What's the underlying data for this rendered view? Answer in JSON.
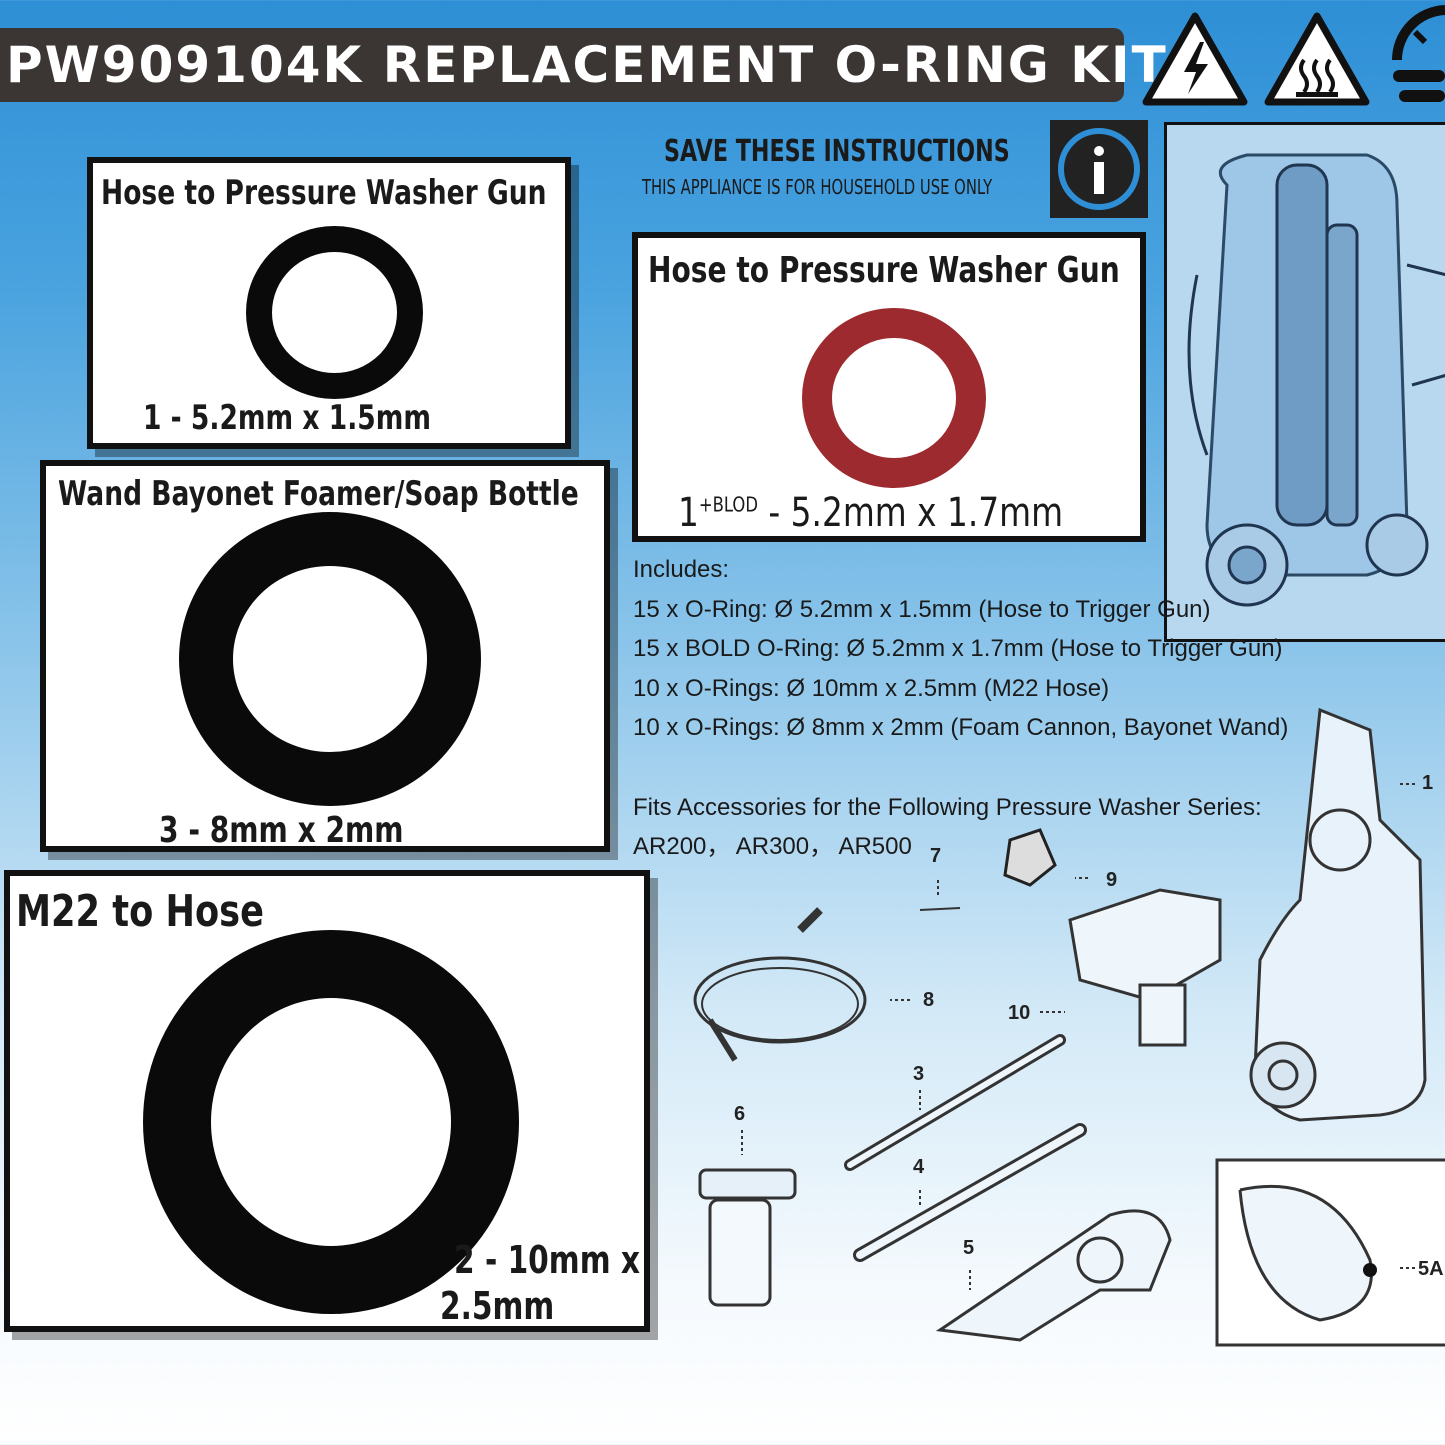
{
  "title": "PW909104K REPLACEMENT O-RING KIT",
  "header_icons": [
    "electric-hazard-icon",
    "hot-surface-icon",
    "pressure-gauge-icon"
  ],
  "save_notice": {
    "heading": "SAVE THESE INSTRUCTIONS",
    "subheading": "THIS APPLIANCE IS FOR HOUSEHOLD USE ONLY",
    "icon": "info-icon"
  },
  "cards": {
    "gun_hose": {
      "title": "Hose to Pressure Washer Gun",
      "spec": "1 - 5.2mm x 1.5mm"
    },
    "gun_hose_bold": {
      "title": "Hose to Pressure Washer Gun",
      "spec_qty": "1",
      "spec_sup": "+BLOD",
      "spec_size": " - 5.2mm x 1.7mm"
    },
    "bayonet": {
      "title": "Wand Bayonet Foamer/Soap Bottle",
      "spec": "3 - 8mm x 2mm"
    },
    "m22": {
      "title": "M22 to Hose",
      "spec_line1": "2 - 10mm x",
      "spec_line2": "2.5mm"
    }
  },
  "includes": {
    "heading": "Includes:",
    "items": [
      "15 x O-Ring: Ø 5.2mm x 1.5mm (Hose to Trigger Gun)",
      "15 x BOLD O-Ring: Ø 5.2mm x 1.7mm (Hose to Trigger Gun)",
      "10 x O-Rings: Ø 10mm x 2.5mm (M22 Hose)",
      "10 x O-Rings: Ø 8mm x 2mm (Foam Cannon, Bayonet Wand)"
    ]
  },
  "fits": {
    "heading": "Fits Accessories for the Following Pressure Washer Series:",
    "models": "AR200， AR300， AR500"
  },
  "callouts": [
    "1",
    "3",
    "4",
    "5",
    "5A",
    "6",
    "7",
    "8",
    "9",
    "10"
  ],
  "colors": {
    "title_bar": "#3b3634",
    "bold_ring": "#9c2a2e",
    "ring": "#0a0a0a",
    "accent_blue": "#2e8fd6"
  }
}
